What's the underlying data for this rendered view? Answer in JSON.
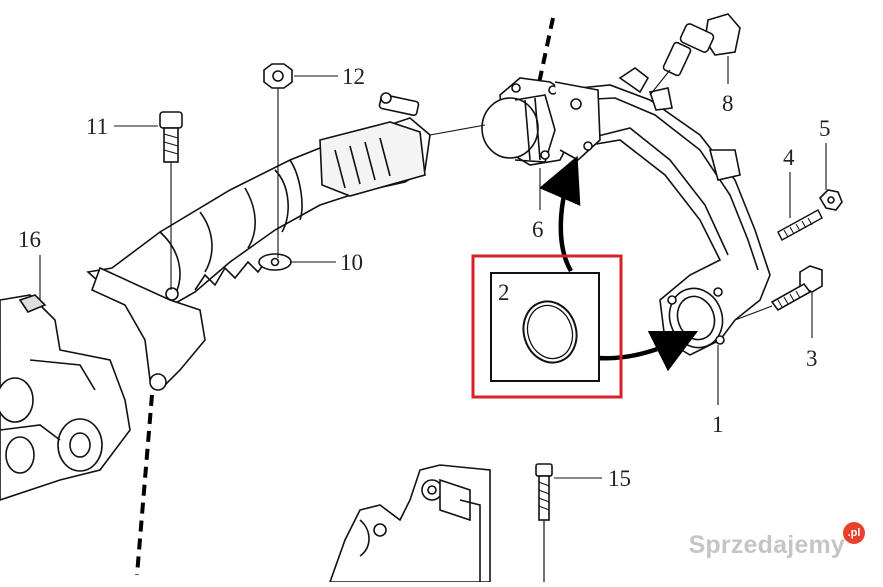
{
  "diagram": {
    "callouts": [
      {
        "id": "1",
        "label": "1"
      },
      {
        "id": "2",
        "label": "2"
      },
      {
        "id": "3",
        "label": "3"
      },
      {
        "id": "4",
        "label": "4"
      },
      {
        "id": "5",
        "label": "5"
      },
      {
        "id": "6",
        "label": "6"
      },
      {
        "id": "8",
        "label": "8"
      },
      {
        "id": "10",
        "label": "10"
      },
      {
        "id": "11",
        "label": "11"
      },
      {
        "id": "12",
        "label": "12"
      },
      {
        "id": "15",
        "label": "15"
      },
      {
        "id": "16",
        "label": "16"
      }
    ],
    "highlight_color": "#d9202a"
  },
  "watermark": {
    "text": "Sprzedajemy",
    "badge": ".pl"
  }
}
